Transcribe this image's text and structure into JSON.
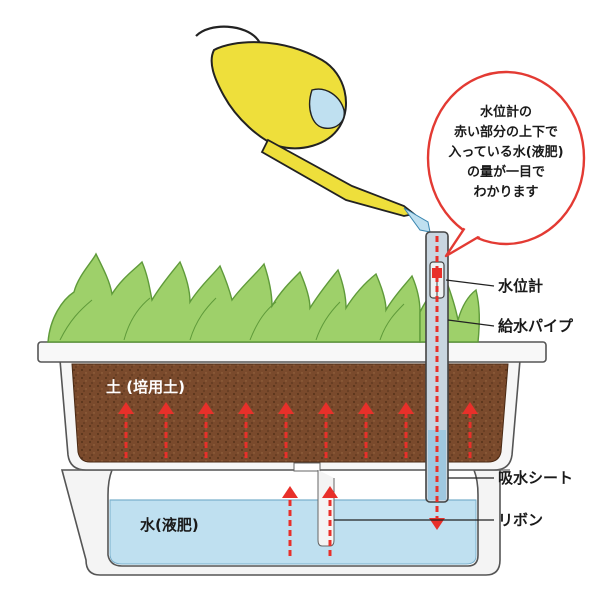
{
  "callout": {
    "lines": [
      "水位計の",
      "赤い部分の上下で",
      "入っている水(液肥)",
      "の量が一目で",
      "わかります"
    ]
  },
  "labels": {
    "soil": "土 (培用土)",
    "water": "水(液肥)",
    "water_gauge": "水位計",
    "supply_pipe": "給水パイプ",
    "absorb_sheet": "吸水シート",
    "ribbon": "リボン"
  },
  "colors": {
    "soil": "#7a4a2c",
    "soil_dark": "#5a341c",
    "water": "#bfe0f0",
    "leaves": "#9ed06a",
    "leaves_dark": "#5f9a3a",
    "can": "#eedf3b",
    "arrow": "#e8302a",
    "bubble_border": "#e33a33"
  },
  "icons": {
    "watering_can": "watering-can-icon",
    "up_arrow": "dashed-up-arrow-icon",
    "down_arrow": "dashed-down-arrow-icon"
  }
}
